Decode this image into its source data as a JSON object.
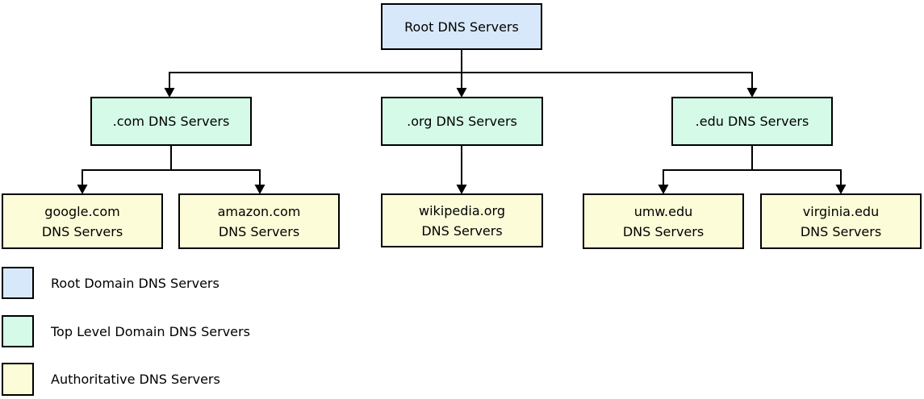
{
  "diagram": {
    "nodes": {
      "root": {
        "label": "Root DNS Servers"
      },
      "com": {
        "label": ".com DNS Servers"
      },
      "org": {
        "label": ".org DNS Servers"
      },
      "edu": {
        "label": ".edu DNS Servers"
      },
      "google": {
        "line1": "google.com",
        "line2": "DNS Servers"
      },
      "amazon": {
        "line1": "amazon.com",
        "line2": "DNS Servers"
      },
      "wikipedia": {
        "line1": "wikipedia.org",
        "line2": "DNS Servers"
      },
      "umw": {
        "line1": "umw.edu",
        "line2": "DNS Servers"
      },
      "virginia": {
        "line1": "virginia.edu",
        "line2": "DNS Servers"
      }
    },
    "hierarchy": {
      "root": [
        "com",
        "org",
        "edu"
      ],
      "com": [
        "google",
        "amazon"
      ],
      "org": [
        "wikipedia"
      ],
      "edu": [
        "umw",
        "virginia"
      ]
    }
  },
  "legend": {
    "items": [
      {
        "label": "Root Domain DNS Servers",
        "color": "#d7e8fa"
      },
      {
        "label": "Top Level Domain DNS Servers",
        "color": "#d5fae8"
      },
      {
        "label": "Authoritative DNS Servers",
        "color": "#fcfcd9"
      }
    ]
  },
  "colors": {
    "root_fill": "#d7e8fa",
    "tld_fill": "#d5fae8",
    "authoritative_fill": "#fcfcd9",
    "border": "#000000",
    "connector": "#000000",
    "background": "#ffffff"
  }
}
